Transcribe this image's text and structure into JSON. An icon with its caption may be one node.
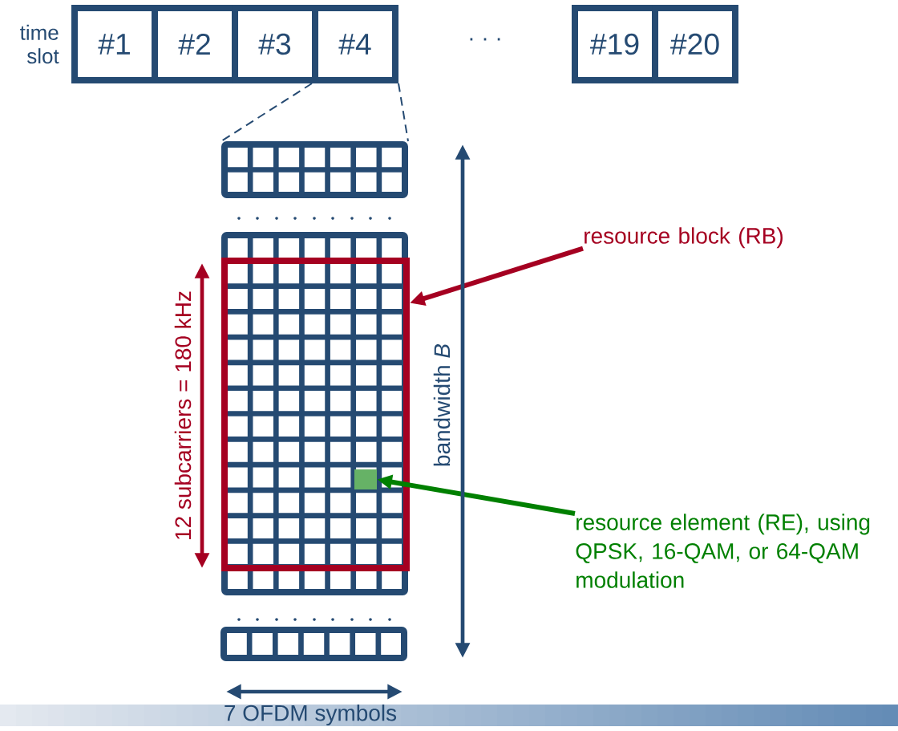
{
  "diagram": {
    "nodes": [
      {
        "text": [
          "#1"
        ]
      },
      {
        "text": [
          "#2"
        ]
      },
      {
        "text": [
          "#3"
        ]
      },
      {
        "text": [
          "#4"
        ]
      },
      {
        "text": [
          "#19"
        ]
      },
      {
        "text": [
          "#20"
        ]
      },
      {
        "text": [],
        "shape": "box"
      },
      {
        "text": [],
        "shape": "box"
      },
      {
        "text": [],
        "shape": "box",
        "in": 7
      },
      {
        "text": [],
        "shape": "box",
        "in": 8
      },
      {
        "text": [],
        "shape": "box"
      },
      {
        "text": [
          "resource block (RB)"
        ]
      },
      {
        "text": [
          "resource element (RE), using QPSK, 16-QAM, or 64-QAM modulation"
        ]
      }
    ],
    "edges": [
      {
        "from": 3,
        "to": 6,
        "arrow": "none",
        "style": "dashed"
      },
      {
        "from": 3,
        "to": 6,
        "arrow": "none",
        "style": "dashed"
      },
      {
        "from": 11,
        "to": 8,
        "arrow": "to",
        "style": "thick",
        "color": "#a50021"
      },
      {
        "from": 12,
        "to": 9,
        "arrow": "to",
        "style": "thick",
        "color": "#008000"
      }
    ],
    "labels": [
      "time slot",
      "· · ·",
      "12 subcarriers = 180 kHz",
      "bandwidth *B*",
      "7 OFDM symbols"
    ]
  }
}
